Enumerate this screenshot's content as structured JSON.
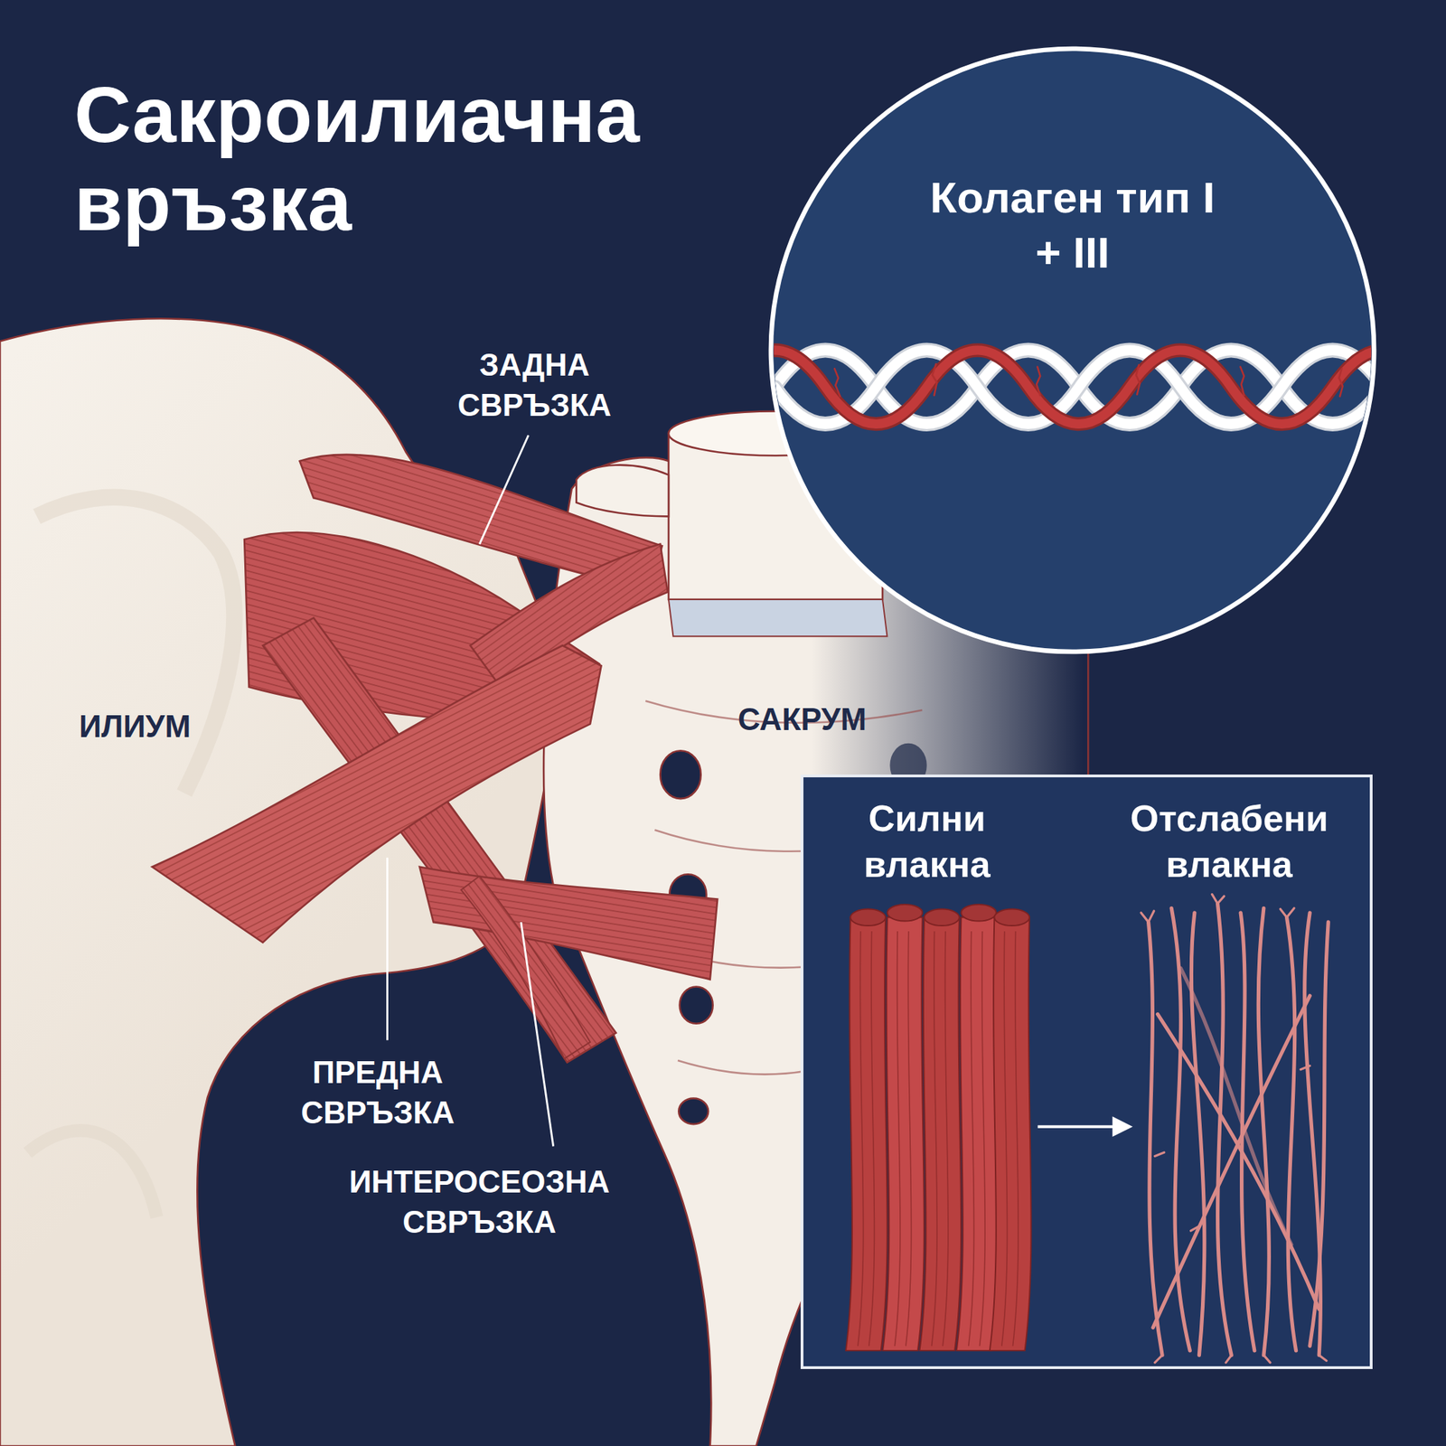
{
  "diagram": {
    "title": "Сакроилиачна връзка",
    "nodes": [
      {
        "text": [
          "Колаген тип I + III"
        ]
      },
      {
        "text": [
          "Силни влакна",
          "Отслабени влакна"
        ]
      }
    ],
    "labels": [
      "ЗАДНА СВРЪЗКА",
      "ИЛИУМ",
      "САКРУМ",
      "ПРЕДНА СВРЪЗКА",
      "ИНТЕРОСЕОЗНА СВРЪЗКА"
    ]
  }
}
